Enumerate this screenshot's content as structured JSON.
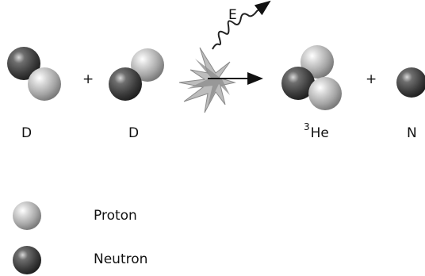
{
  "equation": {
    "operator_1": "+",
    "operator_2": "+",
    "energy_label": "E",
    "reactant_1": "D",
    "reactant_2": "D",
    "product_1_mass_number": "3",
    "product_1_symbol": "He",
    "product_2": "N"
  },
  "legend": {
    "proton_label": "Proton",
    "neutron_label": "Neutron"
  },
  "colors": {
    "proton": "#b9b9b9",
    "neutron": "#4a4a4a",
    "explosion": "#9a9a9a",
    "arrow": "#111111"
  }
}
